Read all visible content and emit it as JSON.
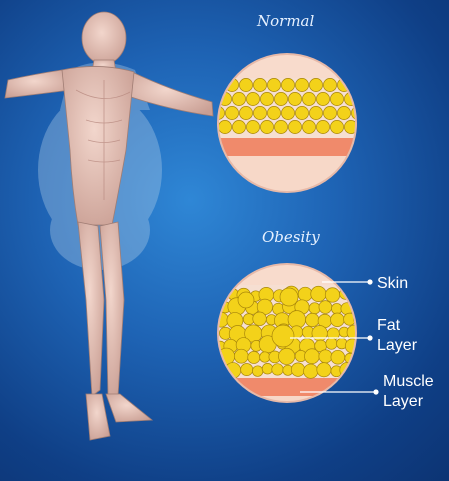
{
  "titles": {
    "normal": "Normal",
    "obesity": "Obesity"
  },
  "labels": {
    "skin": "Skin",
    "fat_1": "Fat",
    "fat_2": "Layer",
    "muscle_1": "Muscle",
    "muscle_2": "Layer"
  },
  "colors": {
    "background": "#1e63b4",
    "skin": "#f7d2c2",
    "fat": "#f3d21a",
    "fat_outline": "#a8860a",
    "muscle": "#f0896a",
    "body": "#e9c8bc"
  }
}
